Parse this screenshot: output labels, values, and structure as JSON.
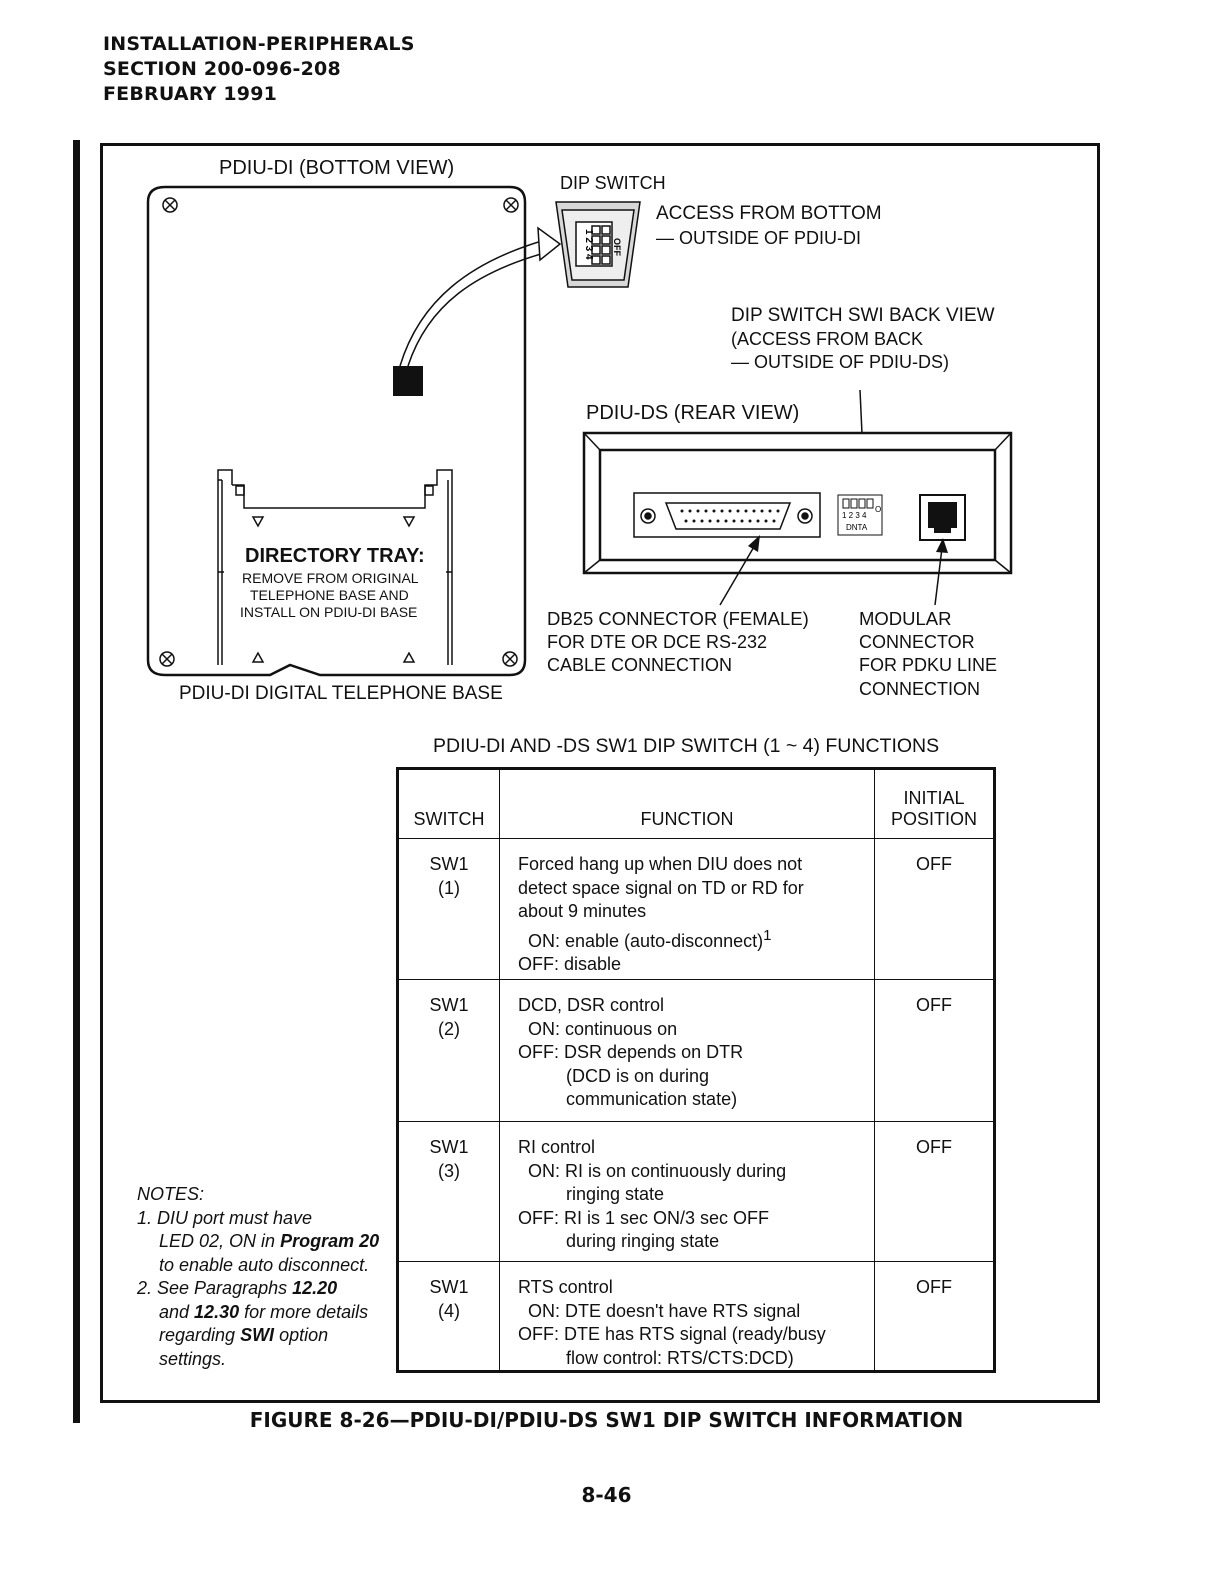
{
  "header": {
    "line1": "INSTALLATION-PERIPHERALS",
    "line2": "SECTION 200-096-208",
    "line3": "FEBRUARY 1991"
  },
  "figure": {
    "bottom_view_title": "PDIU-DI (BOTTOM VIEW)",
    "dip_switch_label": "DIP SWITCH",
    "access_line1": "ACCESS FROM BOTTOM",
    "access_line2": "— OUTSIDE OF PDIU-DI",
    "dip_digits": "1 2 3 4",
    "dip_off": "OFF",
    "back_view_line1": "DIP SWITCH SWI BACK VIEW",
    "back_view_line2": "(ACCESS FROM BACK",
    "back_view_line3": "— OUTSIDE OF PDIU-DS)",
    "rear_view_title": "PDIU-DS (REAR VIEW)",
    "dip_small_digits": "1 2 3 4",
    "dip_small_label": "DNTA",
    "dip_small_o": "O",
    "tray_title": "DIRECTORY TRAY:",
    "tray_line1": "REMOVE FROM ORIGINAL",
    "tray_line2": "TELEPHONE BASE AND",
    "tray_line3": "INSTALL ON PDIU-DI BASE",
    "base_label": "PDIU-DI DIGITAL TELEPHONE BASE",
    "db25_line1": "DB25 CONNECTOR (FEMALE)",
    "db25_line2": "FOR DTE OR DCE RS-232",
    "db25_line3": "CABLE CONNECTION",
    "modular_line1": "MODULAR",
    "modular_line2": "CONNECTOR",
    "modular_line3": "FOR PDKU LINE",
    "modular_line4": "CONNECTION"
  },
  "table": {
    "title": "PDIU-DI AND -DS SW1 DIP SWITCH (1 ~ 4) FUNCTIONS",
    "col_switch": "SWITCH",
    "col_function": "FUNCTION",
    "col_initial_1": "INITIAL",
    "col_initial_2": "POSITION",
    "rows": [
      {
        "sw": "SW1",
        "num": "(1)",
        "lines": [
          "Forced hang up when DIU does not",
          "detect space signal on TD or RD for",
          "about 9 minutes"
        ],
        "on": "ON: enable (auto-disconnect)",
        "on_sup": "1",
        "off": "OFF: disable",
        "initial": "OFF"
      },
      {
        "sw": "SW1",
        "num": "(2)",
        "lines": [
          "DCD, DSR control"
        ],
        "on": "ON: continuous on",
        "off": "OFF: DSR depends on DTR",
        "cont": [
          "(DCD is on during",
          "communication state)"
        ],
        "initial": "OFF"
      },
      {
        "sw": "SW1",
        "num": "(3)",
        "lines": [
          "RI control"
        ],
        "on": "ON: RI is on continuously during",
        "on_cont": "ringing state",
        "off": "OFF: RI is 1 sec ON/3 sec OFF",
        "off_cont": "during ringing state",
        "initial": "OFF"
      },
      {
        "sw": "SW1",
        "num": "(4)",
        "lines": [
          "RTS control"
        ],
        "on": "ON: DTE doesn't have RTS signal",
        "off": "OFF: DTE has RTS signal (ready/busy",
        "off_cont": "flow control: RTS/CTS:DCD)",
        "initial": "OFF"
      }
    ]
  },
  "notes": {
    "title": "NOTES:",
    "n1_a": "1. DIU port must have",
    "n1_b": "LED 02, ON in ",
    "n1_b_bold": "Program 20",
    "n1_c": "to enable auto disconnect.",
    "n2_a": "2. See Paragraphs ",
    "n2_a_bold": "12.20",
    "n2_b_pre": "and ",
    "n2_b_bold": "12.30",
    "n2_b_post": " for more details",
    "n2_c_pre": "regarding ",
    "n2_c_bold": "SWI",
    "n2_c_post": " option",
    "n2_d": "settings."
  },
  "caption": "FIGURE 8-26—PDIU-DI/PDIU-DS SW1 DIP SWITCH INFORMATION",
  "page_number": "8-46"
}
